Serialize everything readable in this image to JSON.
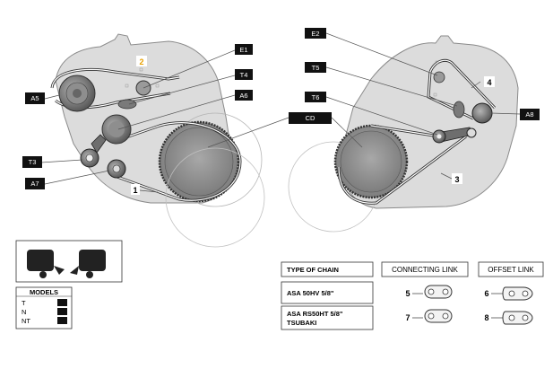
{
  "callouts": {
    "E1": "E1",
    "T4": "T4",
    "A6": "A6",
    "A5": "A5",
    "T3": "T3",
    "A7": "A7",
    "E2": "E2",
    "T5": "T5",
    "T6": "T6",
    "CD": "CD",
    "A8": "A8"
  },
  "numbers": {
    "n1": "1",
    "n2": "2",
    "n3": "3",
    "n4": "4"
  },
  "models": {
    "title": "MODELS",
    "rows": [
      "T",
      "N",
      "NT"
    ]
  },
  "chain_table": {
    "header_type": "TYPE OF CHAIN",
    "header_connecting": "CONNECTING LINK",
    "header_offset": "OFFSET LINK",
    "rows": [
      {
        "type_line1": "ASA 50HV 5/8\"",
        "type_line2": "",
        "connecting_num": "5",
        "offset_num": "6"
      },
      {
        "type_line1": "ASA RS50HT 5/8\"",
        "type_line2": "TSUBAKI",
        "connecting_num": "7",
        "offset_num": "8"
      }
    ]
  },
  "colors": {
    "housing": "#dcdcdc",
    "housing_stroke": "#8a8a8a",
    "callout_bg": "#111111",
    "highlight_number": "#e8a000"
  }
}
